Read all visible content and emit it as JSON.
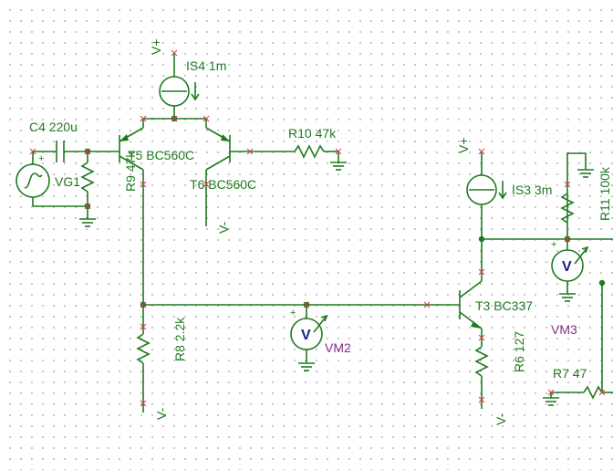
{
  "labels": {
    "is4": "IS4 1m",
    "c4": "C4 220u",
    "r10": "R10 47k",
    "t5": "T5 BC560C",
    "t6": "T6 BC560C",
    "vg1": "VG1",
    "r9": "R9 47k",
    "is3": "IS3 3m",
    "r11": "R11 100k",
    "vm3": "VM3",
    "t3": "T3 BC337",
    "vm2": "VM2",
    "r8": "R8 2.2k",
    "r6": "R6 127",
    "r7": "R7 47"
  },
  "rails": {
    "vplus": "V+",
    "vminus": "V-"
  },
  "symbols": {
    "voltmeter": "V",
    "plus": "+"
  },
  "colors": {
    "wire": "#1f7a1f",
    "meter_label": "#8a2a8a",
    "meter_glyph": "#1a1a8a",
    "pin_mark": "#d04040"
  }
}
